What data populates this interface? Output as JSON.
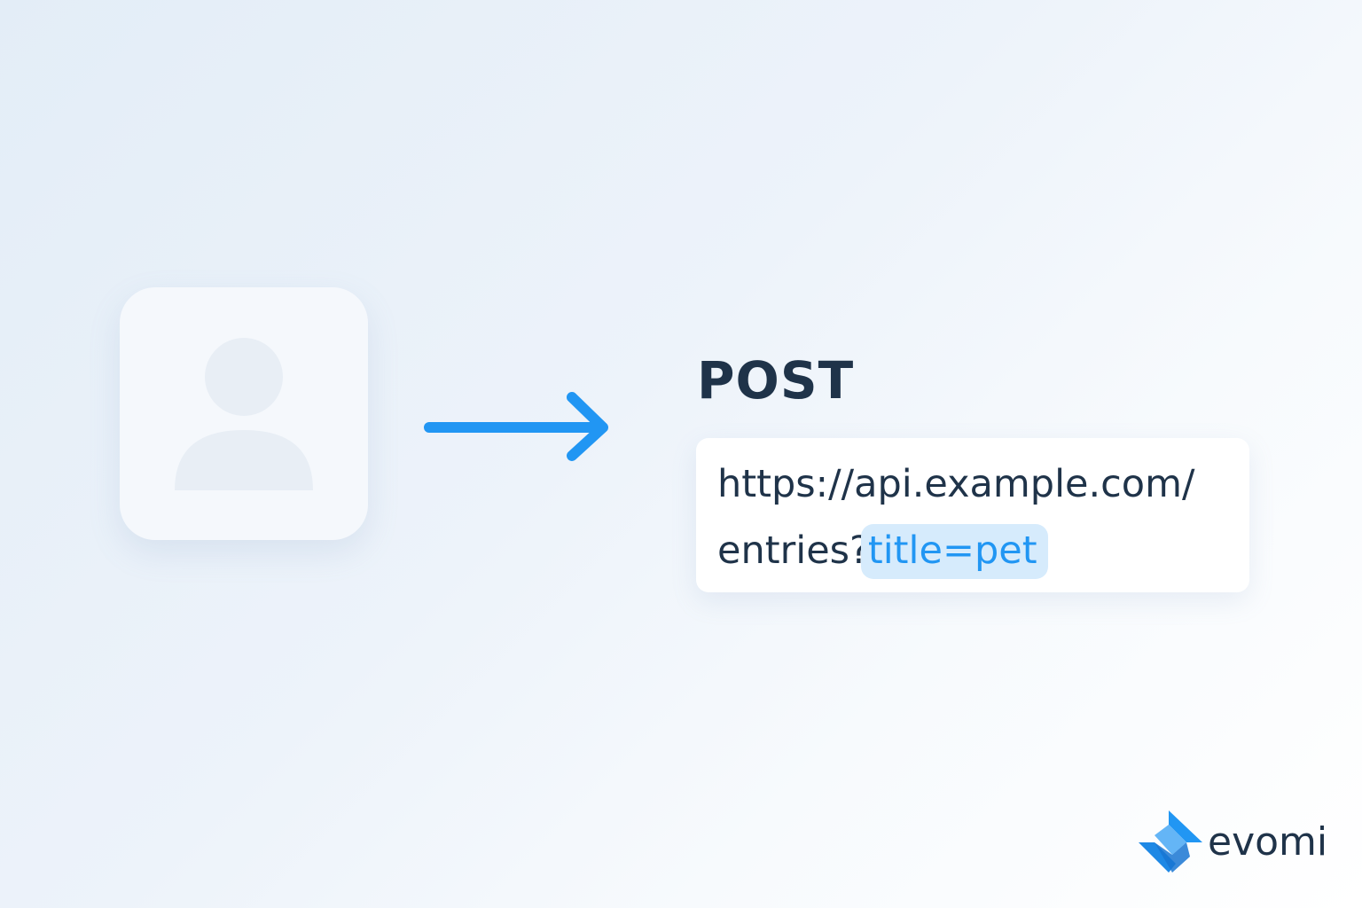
{
  "request": {
    "method": "POST",
    "url_line_1": "https://api.example.com/",
    "url_line_2_prefix": "entries?",
    "url_line_2_param": "title=pet"
  },
  "icons": {
    "user": "user-avatar-icon",
    "arrow": "arrow-right-icon",
    "logo": "evomi-logo-icon"
  },
  "brand": {
    "name": "evomi"
  },
  "colors": {
    "accent": "#2196f3",
    "text": "#1f3349",
    "param_highlight": "#d6ebfc",
    "card": "#ffffff",
    "user_card": "#f5f8fc"
  }
}
